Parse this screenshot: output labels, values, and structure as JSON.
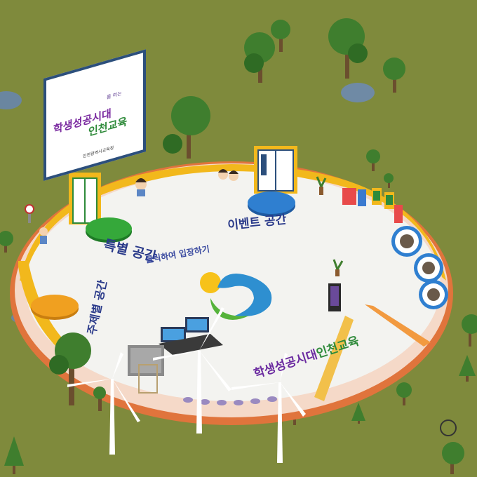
{
  "zones": {
    "special": "특별 공간",
    "event": "이벤트 공간",
    "theme": "주제별 공간"
  },
  "center_hint": "클릭하여 입장하기",
  "slogan": {
    "part1": "학생성공시대",
    "part2": "인천교육"
  },
  "billboard": {
    "title": "학생성공시대",
    "sub": "를 여는",
    "brand": "인천교육",
    "org": "인천광역시교육청"
  },
  "colors": {
    "grass": "#7f8a3c",
    "floor": "#f3f3f0",
    "wall": "#f2b81c",
    "rim": "#e0743c",
    "pad_special": "#35a83a",
    "pad_event": "#2f7fd0",
    "pad_theme": "#f0a020",
    "text": "#2a3a8a"
  },
  "icons": [
    "tree-icon",
    "rock-icon",
    "wind-turbine-icon",
    "door-icon",
    "compass-icon",
    "logo-icon",
    "laptop-icon",
    "kiosk-icon",
    "vending-machine-icon"
  ]
}
